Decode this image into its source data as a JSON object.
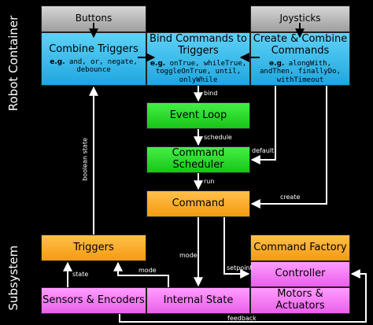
{
  "sections": {
    "robot_container": "Robot Container",
    "subsystem": "Subsystem"
  },
  "nodes": {
    "buttons": "Buttons",
    "joysticks": "Joysticks",
    "combine_triggers": {
      "title": "Combine Triggers",
      "eg": "e.g.",
      "examples": " and, or, negate, debounce"
    },
    "bind_commands": {
      "title": "Bind Commands to Triggers",
      "eg": "e.g.",
      "examples": " onTrue, whileTrue, toggleOnTrue, until, onlyWhile"
    },
    "create_combine": {
      "title": "Create & Combine Commands",
      "eg": "e.g.",
      "examples": " alongWith, andThen, finallyDo, withTimeout"
    },
    "event_loop": "Event Loop",
    "command_scheduler": "Command Scheduler",
    "command": "Command",
    "triggers": "Triggers",
    "command_factory": "Command Factory",
    "controller": "Controller",
    "sensors_encoders": "Sensors & Encoders",
    "internal_state": "Internal State",
    "motors_actuators": "Motors & Actuators"
  },
  "edge_labels": {
    "bind": "bind",
    "schedule": "schedule",
    "run": "run",
    "default": "default",
    "create": "create",
    "boolean_state": "boolean state",
    "mode_down": "mode",
    "mode_left": "mode",
    "state": "state",
    "setpoint": "setpoint",
    "feedback": "feedback"
  }
}
